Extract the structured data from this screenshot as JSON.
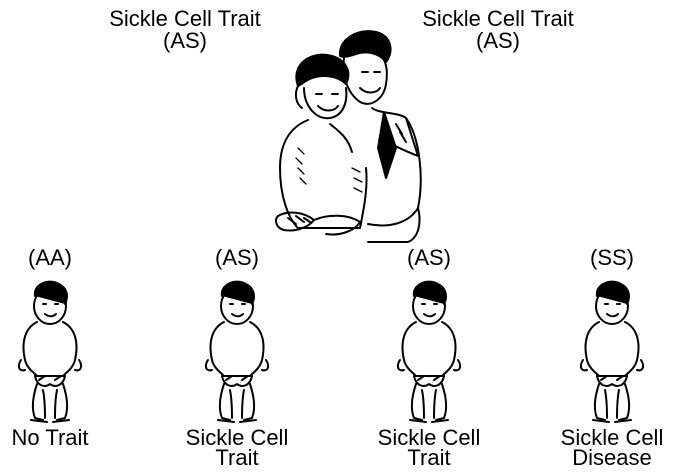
{
  "parents": [
    {
      "label": "Sickle Cell Trait",
      "genotype": "(AS)"
    },
    {
      "label": "Sickle Cell Trait",
      "genotype": "(AS)"
    }
  ],
  "children": [
    {
      "genotype": "(AA)",
      "outcome_line1": "No Trait",
      "outcome_line2": ""
    },
    {
      "genotype": "(AS)",
      "outcome_line1": "Sickle Cell",
      "outcome_line2": "Trait"
    },
    {
      "genotype": "(AS)",
      "outcome_line1": "Sickle Cell",
      "outcome_line2": "Trait"
    },
    {
      "genotype": "(SS)",
      "outcome_line1": "Sickle Cell",
      "outcome_line2": "Disease"
    }
  ],
  "icons": {
    "parents": "couple-illustration",
    "child": "baby-illustration"
  },
  "colors": {
    "ink": "#000000",
    "background": "#ffffff"
  }
}
